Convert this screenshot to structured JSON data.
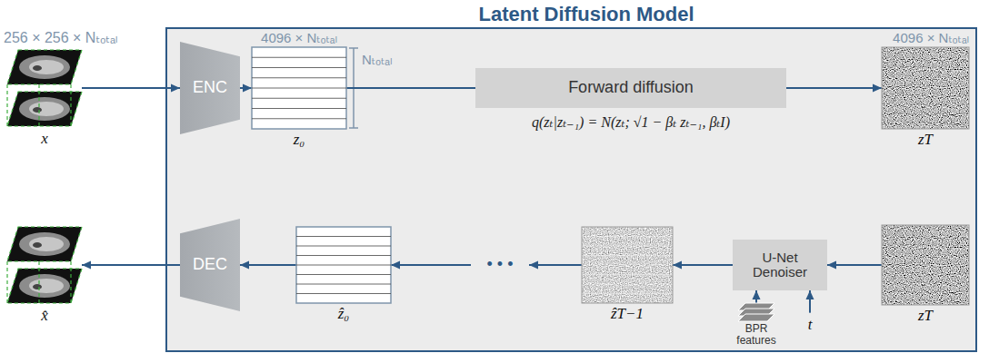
{
  "diagram": {
    "title": "Latent Diffusion Model",
    "nodes": [
      {
        "text": [
          "256 × 256 × Nₜₒₜₐₗ",
          "x"
        ]
      },
      {
        "text": [
          "ENC"
        ]
      },
      {
        "text": [
          "4096 × Nₜₒₜₐₗ",
          "Nₜₒₜₐₗ",
          "z₀"
        ]
      },
      {
        "text": [
          "Forward diffusion"
        ]
      },
      {
        "text": [
          "4096 × Nₜₒₜₐₗ",
          "zT"
        ]
      },
      {
        "text": [
          "x̂"
        ]
      },
      {
        "text": [
          "DEC"
        ]
      },
      {
        "text": [
          "ẑ₀"
        ]
      },
      {
        "text": [
          "• • •"
        ]
      },
      {
        "text": [
          "ẑT−1"
        ]
      },
      {
        "text": [
          "U-Net Denoiser"
        ]
      },
      {
        "text": [
          "zT"
        ]
      },
      {
        "text": [
          "BPR features"
        ]
      },
      {
        "text": [
          "t"
        ]
      }
    ],
    "edges": [
      {
        "from": 0,
        "to": 1,
        "arrow": "to"
      },
      {
        "from": 1,
        "to": 2,
        "arrow": "to"
      },
      {
        "from": 2,
        "to": 3,
        "arrow": "none"
      },
      {
        "from": 3,
        "to": 4,
        "arrow": "to"
      },
      {
        "from": 11,
        "to": 10,
        "arrow": "to"
      },
      {
        "from": 10,
        "to": 9,
        "arrow": "to"
      },
      {
        "from": 9,
        "to": 8,
        "arrow": "to"
      },
      {
        "from": 8,
        "to": 7,
        "arrow": "to"
      },
      {
        "from": 7,
        "to": 6,
        "arrow": "to"
      },
      {
        "from": 6,
        "to": 5,
        "arrow": "to"
      },
      {
        "from": 12,
        "to": 10,
        "arrow": "to"
      },
      {
        "from": 13,
        "to": 10,
        "arrow": "to"
      }
    ],
    "labels": [
      "q(zₜ|zₜ₋₁) = N(zₜ; √1 − βₜ zₜ₋₁, βₜI)"
    ]
  }
}
